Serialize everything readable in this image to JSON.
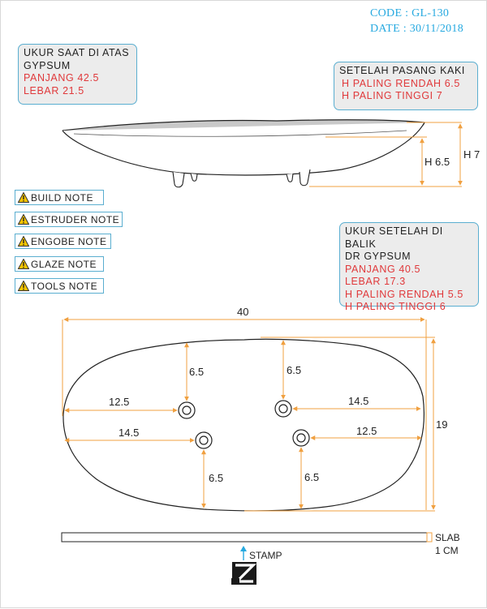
{
  "header": {
    "code": "CODE : GL-130",
    "date": "DATE : 30/11/2018"
  },
  "box_gypsum_top": {
    "title_line1": "UKUR SAAT DI ATAS",
    "title_line2": "GYPSUM",
    "panjang": "PANJANG 42.5",
    "lebar": "LEBAR 21.5"
  },
  "box_after_feet": {
    "title": "SETELAH PASANG KAKI",
    "h_low": "H PALING RENDAH 6.5",
    "h_high": "H PALING TINGGI 7"
  },
  "box_flip": {
    "title_line1": "UKUR SETELAH DI BALIK",
    "title_line2": "DR GYPSUM",
    "panjang": "PANJANG 40.5",
    "lebar": "LEBAR 17.3",
    "h_low": "H PALING RENDAH 5.5",
    "h_high": "H PALING TINGGI 6"
  },
  "notes": [
    "BUILD NOTE",
    "ESTRUDER NOTE",
    "ENGOBE NOTE",
    "GLAZE NOTE",
    "TOOLS NOTE"
  ],
  "side_view": {
    "h_inner": "H 6.5",
    "h_outer": "H 7"
  },
  "top_view": {
    "width_total": "40",
    "height_total": "19",
    "foot_tl_left": "12.5",
    "foot_tl_top": "6.5",
    "foot_tr_top": "6.5",
    "foot_tr_right": "14.5",
    "foot_bl_left": "14.5",
    "foot_bl_bottom": "6.5",
    "foot_br_right": "12.5",
    "foot_br_bottom": "6.5"
  },
  "slab": {
    "label_line1": "SLAB",
    "label_line2": "1 CM"
  },
  "stamp": {
    "label": "STAMP"
  },
  "colors": {
    "accent_blue": "#26a9e0",
    "red_text": "#e0393b",
    "dimension_orange": "#f0a040",
    "box_border": "#5aaed0",
    "warning_yellow": "#f5c400"
  }
}
